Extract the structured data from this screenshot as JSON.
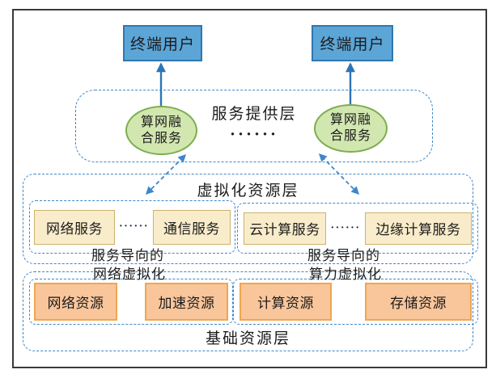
{
  "diagram": {
    "end_users": {
      "left": "终端用户",
      "right": "终端用户"
    },
    "service_layer": {
      "title": "服务提供层",
      "dots": "······",
      "fusion_left": {
        "line1": "算网融",
        "line2": "合服务"
      },
      "fusion_right": {
        "line1": "算网融",
        "line2": "合服务"
      }
    },
    "virtual_layer": {
      "title": "虚拟化资源层",
      "network_group": {
        "box1": "网络服务",
        "dots": "······",
        "box2": "通信服务",
        "caption1": "服务导向的",
        "caption2": "网络虚拟化"
      },
      "compute_group": {
        "box1": "云计算服务",
        "dots": "······",
        "box2": "边缘计算服务",
        "caption1": "服务导向的",
        "caption2": "算力虚拟化"
      }
    },
    "base_layer": {
      "title": "基础资源层",
      "network_group": {
        "box1": "网络资源",
        "box2": "加速资源"
      },
      "compute_group": {
        "box1": "计算资源",
        "box2": "存储资源"
      }
    },
    "colors": {
      "user_box_fill": "#5CA5D7",
      "user_box_border": "#2F77B0",
      "fusion_ellipse_fill": "#D2E7B0",
      "fusion_ellipse_border": "#7CAE4F",
      "service_box_fill": "#F9ECCA",
      "service_box_border": "#CBB26B",
      "resource_box_fill": "#F9C69B",
      "resource_box_border": "#F0A64F",
      "dashed_line": "#3E86C9",
      "solid_arrow": "#2C74B8",
      "frame_border": "#3A3A3A"
    }
  }
}
